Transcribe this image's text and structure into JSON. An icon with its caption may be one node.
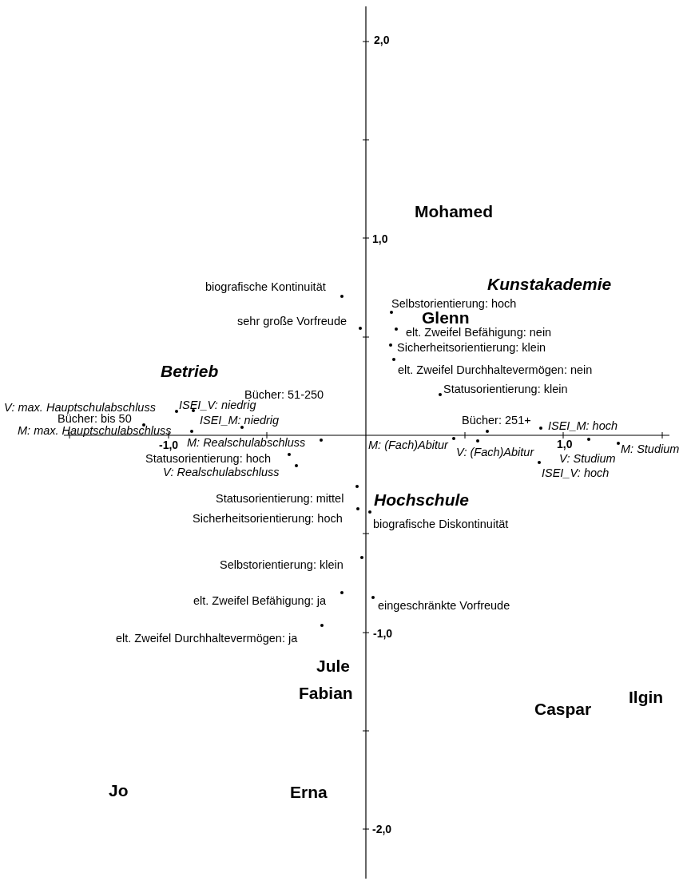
{
  "diagram": {
    "labels": [
      "2,0",
      "Mohamed",
      "1,0",
      "Kunstakademie",
      "biografische Kontinuität",
      "Selbstorientierung: hoch",
      "Glenn",
      "sehr große Vorfreude",
      "elt. Zweifel Befähigung: nein",
      "Sicherheitsorientierung: klein",
      "Betrieb",
      "elt. Zweifel Durchhaltevermögen: nein",
      "Statusorientierung: klein",
      "Bücher: 51-250",
      "V: max. Hauptschulabschluss",
      "ISEI_V: niedrig",
      "Bücher: bis 50",
      "ISEI_M: niedrig",
      "M: max. Hauptschulabschluss",
      "Bücher: 251+",
      "ISEI_M: hoch",
      "-1,0",
      "M: Realschulabschluss",
      "M: (Fach)Abitur",
      "V: (Fach)Abitur",
      "1,0",
      "M: Studium",
      "V: Studium",
      "Statusorientierung: hoch",
      "ISEI_V: hoch",
      "V: Realschulabschluss",
      "Statusorientierung: mittel",
      "Hochschule",
      "Sicherheitsorientierung: hoch",
      "biografische Diskontinuität",
      "Selbstorientierung: klein",
      "elt. Zweifel Befähigung: ja",
      "eingeschränkte Vorfreude",
      "elt. Zweifel Durchhaltevermögen: ja",
      "-1,0",
      "Jule",
      "Fabian",
      "Ilgin",
      "Caspar",
      "Jo",
      "Erna",
      "-2,0"
    ]
  }
}
